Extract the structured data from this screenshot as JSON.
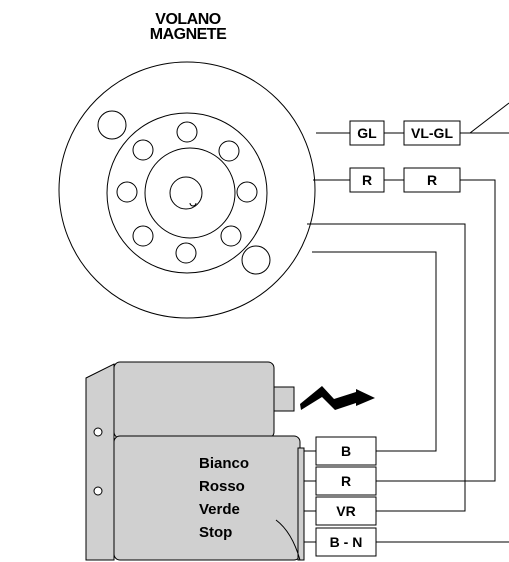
{
  "title": {
    "line1": "VOLANO",
    "line2": "MAGNETE"
  },
  "flywheel_boxes": {
    "gl": "GL",
    "vl_gl": "VL-GL",
    "r_left": "R",
    "r_right": "R"
  },
  "connector_boxes": {
    "b": "B",
    "r": "R",
    "vr": "VR",
    "bn": "B - N"
  },
  "coil_labels": {
    "bianco": "Bianco",
    "rosso": "Rosso",
    "verde": "Verde",
    "stop": "Stop"
  }
}
